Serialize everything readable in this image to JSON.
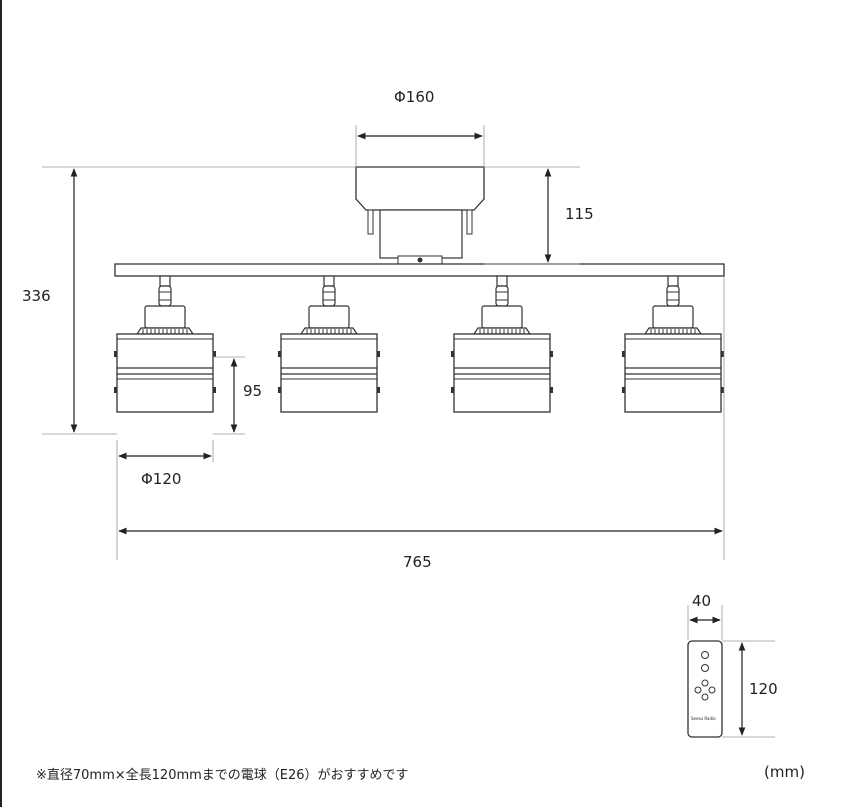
{
  "dimensions": {
    "base_diameter": "Φ160",
    "base_height": "115",
    "total_height": "336",
    "shade_height": "95",
    "shade_diameter": "Φ120",
    "total_width": "765",
    "remote_width": "40",
    "remote_height": "120"
  },
  "remote": {
    "brand_text": "Seesu Radio"
  },
  "footnote": "※直径70mm×全長120mmまでの電球（E26）がおすすめです",
  "unit": "(mm)"
}
